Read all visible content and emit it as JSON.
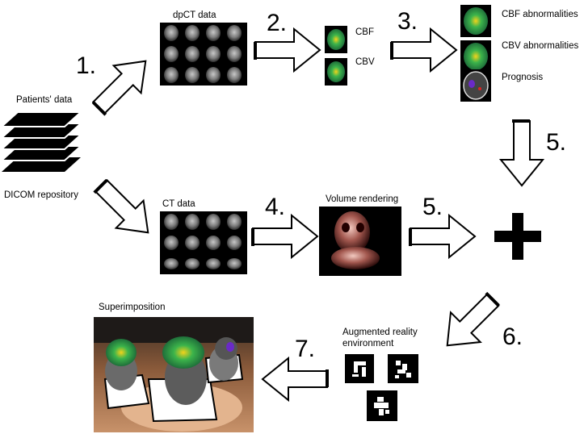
{
  "labels": {
    "patients_data": "Patients' data",
    "dicom_repository": "DICOM repository",
    "dpct_data": "dpCT data",
    "ct_data": "CT data",
    "cbf": "CBF",
    "cbv": "CBV",
    "cbf_abnormalities": "CBF abnormalities",
    "cbv_abnormalities": "CBV abnormalities",
    "prognosis": "Prognosis",
    "volume_rendering": "Volume rendering",
    "augmented_reality_line1": "Augmented reality",
    "augmented_reality_line2": "environment",
    "superimposition": "Superimposition"
  },
  "steps": {
    "s1": "1.",
    "s2": "2.",
    "s3": "3.",
    "s4": "4.",
    "s5a": "5.",
    "s5b": "5.",
    "s6": "6.",
    "s7": "7."
  },
  "colors": {
    "brain_green": "#3cb44b",
    "brain_blue": "#1f3fc4",
    "brain_yellow": "#f2d21b",
    "marker_black": "#000000"
  }
}
